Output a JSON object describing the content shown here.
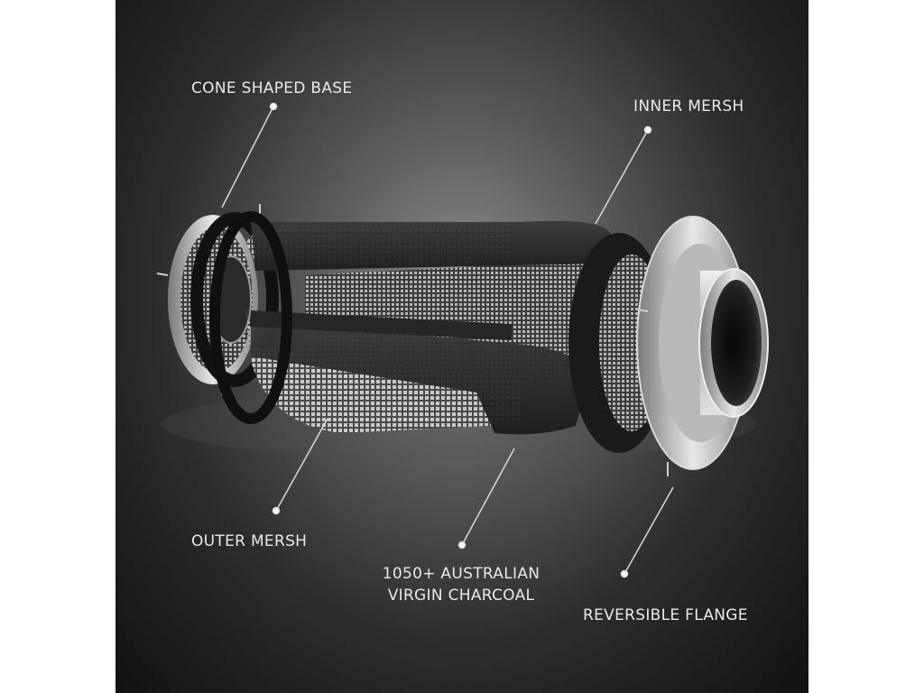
{
  "diagram": {
    "labels": {
      "cone_base": "CONE SHAPED BASE",
      "inner_mesh": "INNER MERSH",
      "outer_mesh": "OUTER MERSH",
      "charcoal_line1": "1050+ AUSTRALIAN",
      "charcoal_line2": "VIRGIN CHARCOAL",
      "flange": "REVERSIBLE FLANGE"
    },
    "colors": {
      "label_text": "#e9e9e9",
      "leader_line": "#d8d8d8",
      "background_dark": "#111111",
      "background_light": "#8d8d8d",
      "steel": "#c4c4c4",
      "gasket": "#1a1a1a"
    }
  }
}
